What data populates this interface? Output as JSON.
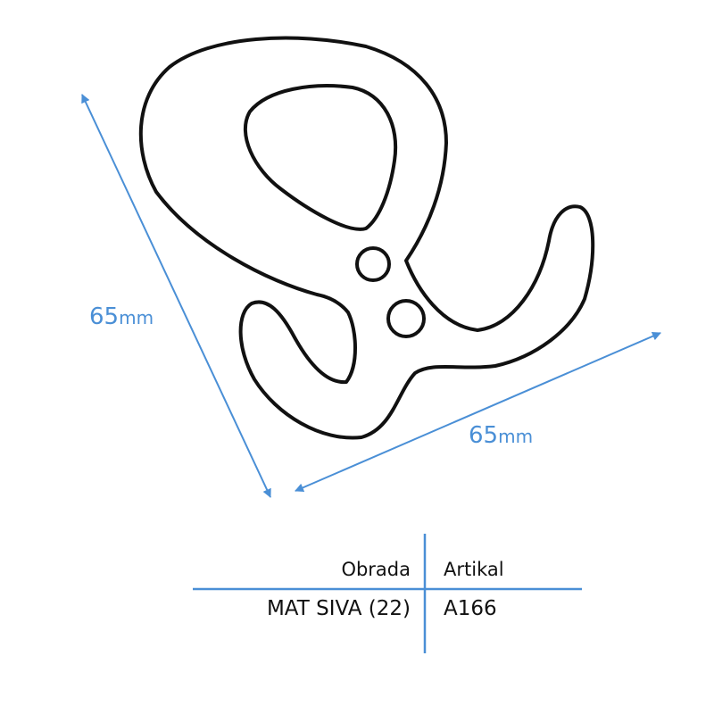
{
  "dimensions": {
    "height": {
      "value": "65",
      "unit": "mm"
    },
    "width": {
      "value": "65",
      "unit": "mm"
    }
  },
  "table": {
    "headers": [
      "Obrada",
      "Artikal"
    ],
    "row": [
      "MAT SIVA (22)",
      "A166"
    ]
  },
  "colors": {
    "accent": "#4a8fd6",
    "outline": "#111111"
  }
}
